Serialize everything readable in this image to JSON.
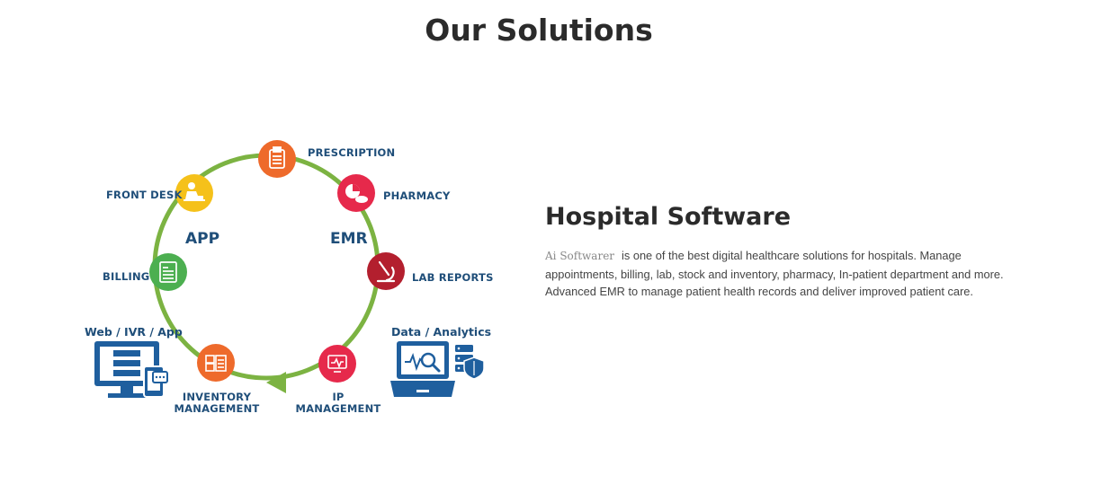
{
  "header": {
    "title": "Our Solutions"
  },
  "diagram": {
    "center_left": "APP",
    "center_right": "EMR",
    "nodes": [
      {
        "label": "PRESCRIPTION",
        "color": "#ee6a2b",
        "icon": "clipboard-icon"
      },
      {
        "label": "PHARMACY",
        "color": "#e6294b",
        "icon": "pills-icon"
      },
      {
        "label": "LAB REPORTS",
        "color": "#b31f2e",
        "icon": "microscope-icon"
      },
      {
        "label_line1": "IP",
        "label_line2": "MANAGEMENT",
        "color": "#e6294b",
        "icon": "monitor-icon"
      },
      {
        "label_line1": "INVENTORY",
        "label_line2": "MANAGEMENT",
        "color": "#ee6a2b",
        "icon": "boxes-icon"
      },
      {
        "label": "BILLING",
        "color": "#4caf50",
        "icon": "document-icon"
      },
      {
        "label": "FRONT DESK",
        "color": "#f5c11a",
        "icon": "receptionist-icon"
      }
    ],
    "ring_color": "#7cb342",
    "device_left": "Web / IVR / App",
    "device_right": "Data / Analytics",
    "device_color": "#1f5f9e"
  },
  "content": {
    "title": "Hospital Software",
    "brand": "Ai Softwarer",
    "line1": "is one of the best digital healthcare solutions for hospitals. Manage",
    "line2": "appointments, billing, lab, stock and inventory, pharmacy, In-patient department and more.",
    "line3": "Advanced EMR to manage patient health records and deliver improved patient care."
  }
}
